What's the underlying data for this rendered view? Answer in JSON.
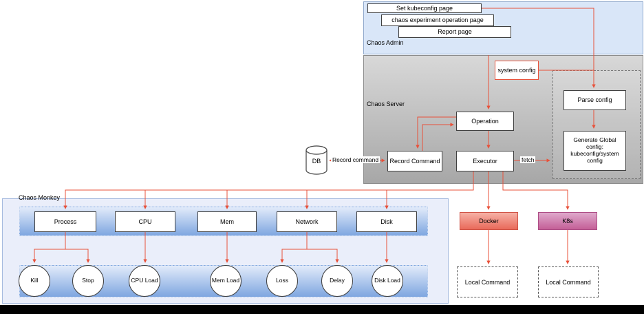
{
  "regions": {
    "admin": {
      "label": "Chaos Admin"
    },
    "server": {
      "label": "Chaos Server"
    },
    "monkey": {
      "label": "Chaos Monkey"
    }
  },
  "admin_pages": [
    {
      "label": "Set kubeconfig page"
    },
    {
      "label": "chaos experiment operation page"
    },
    {
      "label": "Report page"
    }
  ],
  "server": {
    "system_config": {
      "label": "system config"
    },
    "operation": {
      "label": "Operation"
    },
    "record_command": {
      "label": "Record Command"
    },
    "executor": {
      "label": "Executor"
    },
    "parse_config": {
      "label": "Parse config"
    },
    "generate_global": {
      "label": "Generate Global config: kubeconfig/system config"
    }
  },
  "db": {
    "label": "DB"
  },
  "edges": {
    "db_record_label": "Record command",
    "fetch_label": "fetch"
  },
  "monkey": {
    "modules": [
      {
        "label": "Process"
      },
      {
        "label": "CPU"
      },
      {
        "label": "Mem"
      },
      {
        "label": "Network"
      },
      {
        "label": "Disk"
      }
    ],
    "actions": [
      {
        "label": "Kill"
      },
      {
        "label": "Stop"
      },
      {
        "label": "CPU Load"
      },
      {
        "label": "Mem Load"
      },
      {
        "label": "Loss"
      },
      {
        "label": "Delay"
      },
      {
        "label": "Disk Load"
      }
    ]
  },
  "runtimes": [
    {
      "label": "Docker"
    },
    {
      "label": "K8s"
    }
  ],
  "local_commands": [
    {
      "label": "Local Command"
    },
    {
      "label": "Local Command"
    }
  ],
  "colors": {
    "arrow": "#e8513a",
    "admin_fill": "#d9e6f8",
    "server_fill_top": "#d8d8d8",
    "server_fill_bottom": "#a7a7a7",
    "monkey_fill": "#eaeefa",
    "monkey_row_top": "#e2ebfa",
    "monkey_row_bottom": "#7ea6e0",
    "docker_top": "#f6b0a5",
    "docker_bottom": "#e96a5a",
    "k8s_top": "#dfa9cc",
    "k8s_bottom": "#c45f97",
    "bottom_bar": "#000000"
  }
}
